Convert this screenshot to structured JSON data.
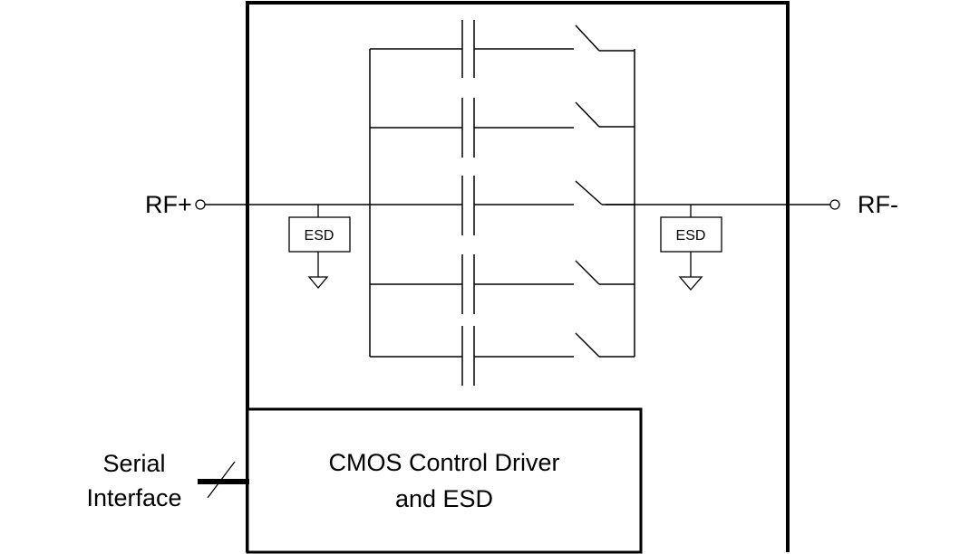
{
  "terminals": {
    "rf_plus": "RF+",
    "rf_minus": "RF-"
  },
  "esd": {
    "left_label": "ESD",
    "right_label": "ESD"
  },
  "control_block": {
    "line1": "CMOS Control Driver",
    "line2": "and ESD"
  },
  "serial_interface": {
    "line1": "Serial",
    "line2": "Interface"
  },
  "capacitor_bank": {
    "branches": 5
  },
  "colors": {
    "line": "#000000",
    "background": "#ffffff"
  }
}
